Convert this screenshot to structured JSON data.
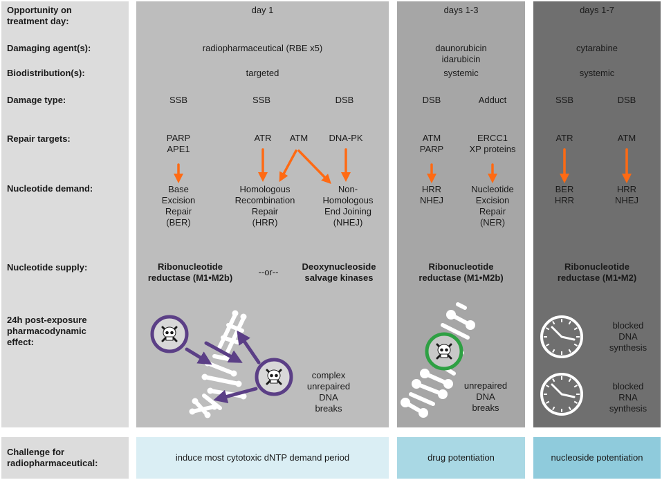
{
  "labels": {
    "opportunity": "Opportunity on\ntreatment day:",
    "agents": "Damaging agent(s):",
    "biodistribution": "Biodistribution(s):",
    "damage_type": "Damage type:",
    "repair_targets": "Repair targets:",
    "nucleotide_demand": "Nucleotide demand:",
    "nucleotide_supply": "Nucleotide supply:",
    "effect": "24h post-exposure\npharmacodynamic\neffect:",
    "challenge": "Challenge for\nradiopharmaceutical:"
  },
  "col1": {
    "day": "day 1",
    "agent": "radiopharmaceutical (RBE x5)",
    "biodistribution": "targeted",
    "damage": [
      "SSB",
      "SSB",
      "DSB"
    ],
    "targets": [
      "PARP\nAPE1",
      "ATR",
      "ATM",
      "DNA-PK"
    ],
    "demand": [
      "Base\nExcision\nRepair\n(BER)",
      "Homologous\nRecombination\nRepair\n(HRR)",
      "Non-\nHomologous\nEnd Joining\n(NHEJ)"
    ],
    "supply_left": "Ribonucleotide\nreductase (M1•M2b)",
    "supply_or": "--or--",
    "supply_right": "Deoxynucleoside\nsalvage kinases",
    "effect": "complex\nunrepaired\nDNA\nbreaks",
    "challenge": "induce most cytotoxic dNTP demand period"
  },
  "col2": {
    "day": "days 1-3",
    "agent": "daunorubicin\nidarubicin",
    "biodistribution": "systemic",
    "damage": [
      "DSB",
      "Adduct"
    ],
    "targets": [
      "ATM\nPARP",
      "ERCC1\nXP proteins"
    ],
    "demand": [
      "HRR\nNHEJ",
      "Nucleotide\nExcision\nRepair\n(NER)"
    ],
    "supply": "Ribonucleotide\nreductase (M1•M2b)",
    "effect": "unrepaired\nDNA\nbreaks",
    "challenge": "drug potentiation"
  },
  "col3": {
    "day": "days 1-7",
    "agent": "cytarabine",
    "biodistribution": "systemic",
    "damage": [
      "SSB",
      "DSB"
    ],
    "targets": [
      "ATR",
      "ATM"
    ],
    "demand": [
      "BER\nHRR",
      "HRR\nNHEJ"
    ],
    "supply": "Ribonucleotide\nreductase (M1•M2)",
    "effect1": "blocked\nDNA\nsynthesis",
    "effect2": "blocked\nRNA\nsynthesis",
    "challenge": "nucleoside potentiation"
  },
  "colors": {
    "label_bg": "#dcdcdc",
    "col1_bg": "#bdbdbd",
    "col2_bg": "#a6a6a6",
    "col3_bg": "#6f6f6f",
    "challenge1_bg": "#daeef4",
    "challenge2_bg": "#a9d8e4",
    "challenge3_bg": "#8fcbdc",
    "arrow": "#ff6a13",
    "skull_ring": "#5b3f86",
    "green_ring": "#2ea043"
  }
}
